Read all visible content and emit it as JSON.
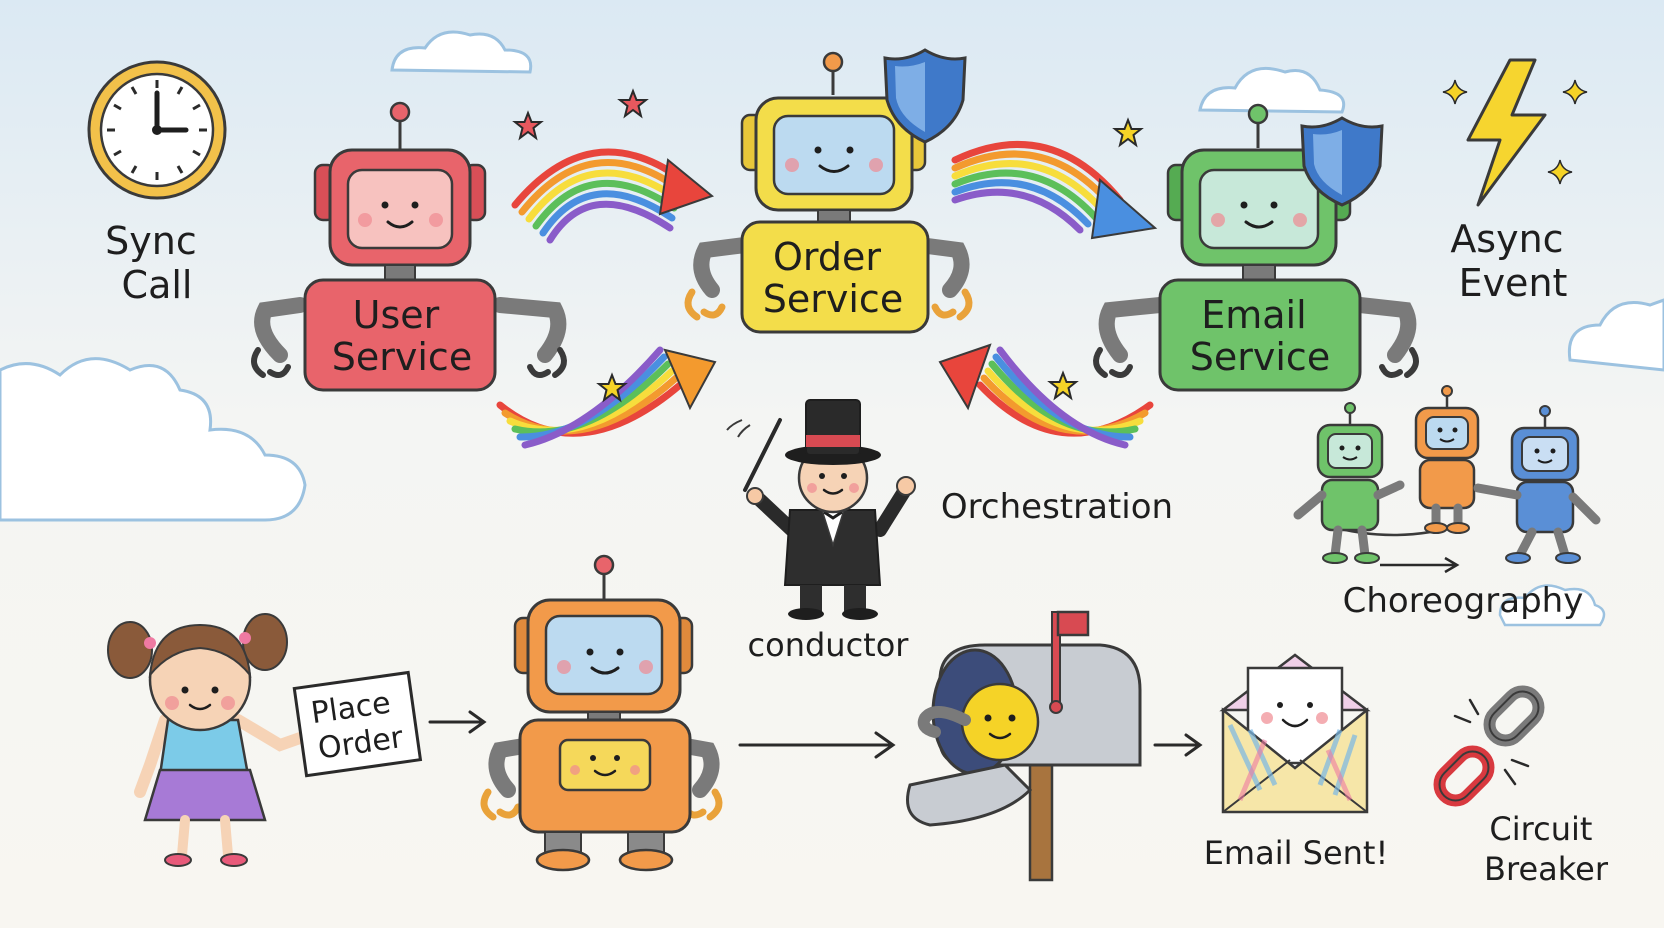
{
  "labels": {
    "sync_call": [
      "Sync",
      "Call"
    ],
    "async_event": [
      "Async",
      "Event"
    ],
    "user_service": [
      "User",
      "Service"
    ],
    "order_service": [
      "Order",
      "Service"
    ],
    "email_service": [
      "Email",
      "Service"
    ],
    "orchestration": "Orchestration",
    "conductor": "conductor",
    "choreography": "Choreography",
    "place_order": [
      "Place",
      "Order"
    ],
    "email_sent": "Email Sent!",
    "circuit_breaker": [
      "Circuit",
      "Breaker"
    ]
  },
  "colors": {
    "user_service": "#e8646b",
    "order_service": "#f3dd4a",
    "email_service": "#6fc36a",
    "worker_robot": "#f29a4a",
    "shield": "#3f79c9",
    "rainbow": [
      "#e8453c",
      "#f39a2e",
      "#f7dd3c",
      "#5cbf5a",
      "#4a8fe0",
      "#8a5cc9"
    ]
  },
  "icons": [
    "clock-icon",
    "lightning-icon",
    "shield-icon",
    "top-hat-icon",
    "baton-icon",
    "mailbox-icon",
    "envelope-icon",
    "broken-chain-icon",
    "star-icon",
    "cloud-icon"
  ]
}
